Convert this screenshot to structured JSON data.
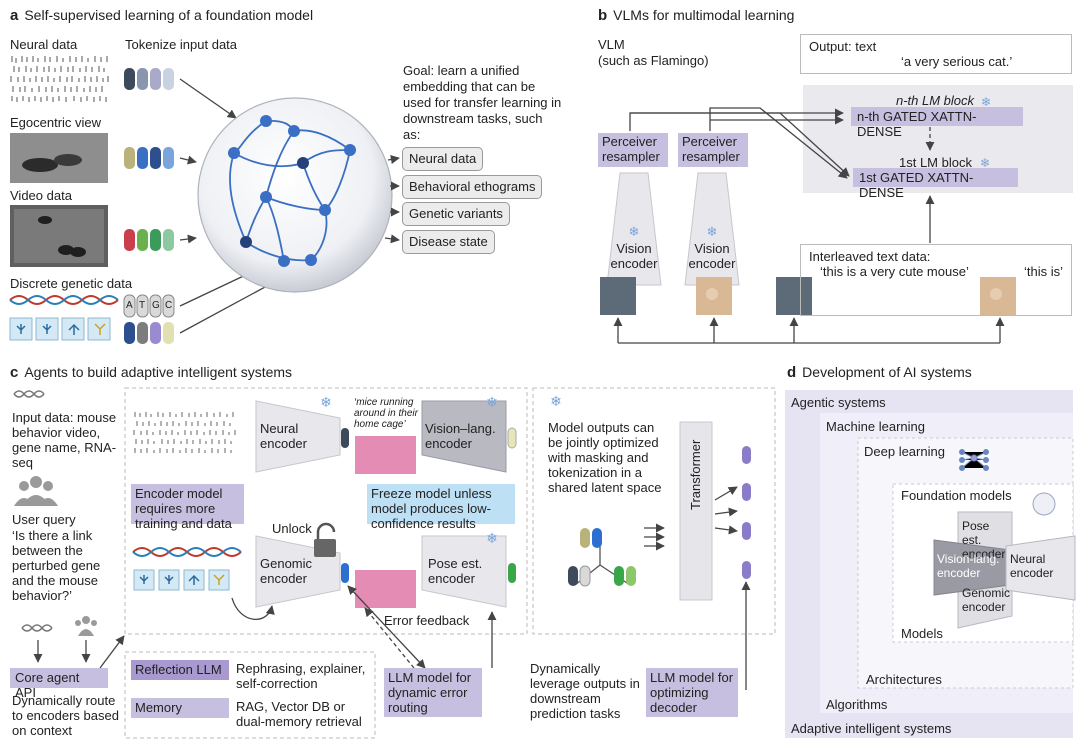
{
  "panel_a": {
    "letter": "a",
    "title": "Self-supervised learning of a foundation model",
    "tokenize": "Tokenize input data",
    "inputs": [
      "Neural data",
      "Egocentric view",
      "Video data",
      "Discrete genetic data"
    ],
    "atgc": [
      "A",
      "T",
      "G",
      "C"
    ],
    "goal": "Goal: learn a unified embedding that can be used for transfer learning in downstream tasks, such as:",
    "tasks": [
      "Neural data",
      "Behavioral ethograms",
      "Genetic variants",
      "Disease state"
    ]
  },
  "panel_b": {
    "letter": "b",
    "title": "VLMs for multimodal learning",
    "vlm": "VLM",
    "vlm_sub": "(such as Flamingo)",
    "output_label": "Output: text",
    "output_text": "‘a very serious cat.’",
    "nth_block": "n-th LM block",
    "nth_gated": "n-th GATED XATTN-DENSE",
    "first_block": "1st LM block",
    "first_gated": "1st GATED XATTN-DENSE",
    "perceiver": "Perceiver resampler",
    "vision_encoder": "Vision encoder",
    "interleaved": "Interleaved text data:",
    "text_1": "‘this is a very cute mouse’",
    "text_2": "‘this is’"
  },
  "panel_c": {
    "letter": "c",
    "title": "Agents to build adaptive intelligent systems",
    "input_data": "Input data: mouse behavior video, gene name, RNA-seq",
    "user_query": "User query",
    "query_text": "‘Is there a link between the perturbed gene and the mouse behavior?’",
    "core_agent": "Core agent API",
    "route": "Dynamically route to encoders based on context",
    "neural_encoder": "Neural encoder",
    "caption": "‘mice running around in their home cage’",
    "vl_encoder": "Vision–lang. encoder",
    "encoder_model": "Encoder model requires more training and data",
    "freeze": "Freeze model unless model produces low-confidence results",
    "unlock": "Unlock",
    "genomic_encoder": "Genomic encoder",
    "pose_encoder": "Pose est. encoder",
    "error_feedback": "Error feedback",
    "reflection": "Reflection LLM",
    "reflection_desc": "Rephrasing, explainer, self-correction",
    "memory": "Memory",
    "memory_desc": "RAG, Vector DB or dual-memory retrieval",
    "llm_routing": "LLM model for dynamic error routing",
    "joint_opt": "Model outputs can be jointly optimized with masking and tokenization in a shared latent space",
    "transformer": "Transformer",
    "leverage": "Dynamically leverage outputs in downstream prediction tasks",
    "llm_decoder": "LLM model for optimizing decoder"
  },
  "panel_d": {
    "letter": "d",
    "title": "Development of AI systems",
    "agentic": "Agentic systems",
    "ml": "Machine learning",
    "dl": "Deep learning",
    "fm": "Foundation models",
    "pose": "Pose est. encoder",
    "vl": "Vision-lang. encoder",
    "neural": "Neural encoder",
    "genomic": "Genomic encoder",
    "models": "Models",
    "architectures": "Architectures",
    "algorithms": "Algorithms",
    "adaptive": "Adaptive intelligent systems"
  },
  "colors": {
    "purple": "#c7bfe0",
    "purple_dark": "#a89ad0",
    "node_blue": "#2f5fa5",
    "pink": "#e48cb4",
    "light_blue": "#bde0f5",
    "gray_panel": "#e9e9ee"
  }
}
